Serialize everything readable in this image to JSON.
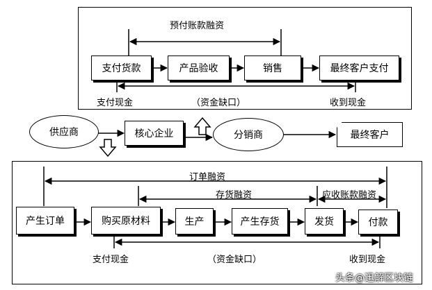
{
  "top": {
    "finance_label": "预付账款融资",
    "boxes": [
      "支付货款",
      "产品验收",
      "销售",
      "最终客户支付"
    ],
    "pay_cash": "支付现金",
    "gap": "（资金缺口）",
    "receive_cash": "收到现金"
  },
  "middle": {
    "supplier": "供应商",
    "core": "核心企业",
    "distributor": "分销商",
    "end_customer": "最终客户"
  },
  "bottom": {
    "order_finance": "订单融资",
    "inventory_finance": "存货融资",
    "receivable_finance": "应收账款融资",
    "boxes": [
      "产生订单",
      "购买原材料",
      "生产",
      "产生存货",
      "发货",
      "付款"
    ],
    "pay_cash": "支付现金",
    "gap": "（资金缺口）",
    "receive_cash": "收到现金"
  },
  "watermark": "头条@迅解区块链"
}
